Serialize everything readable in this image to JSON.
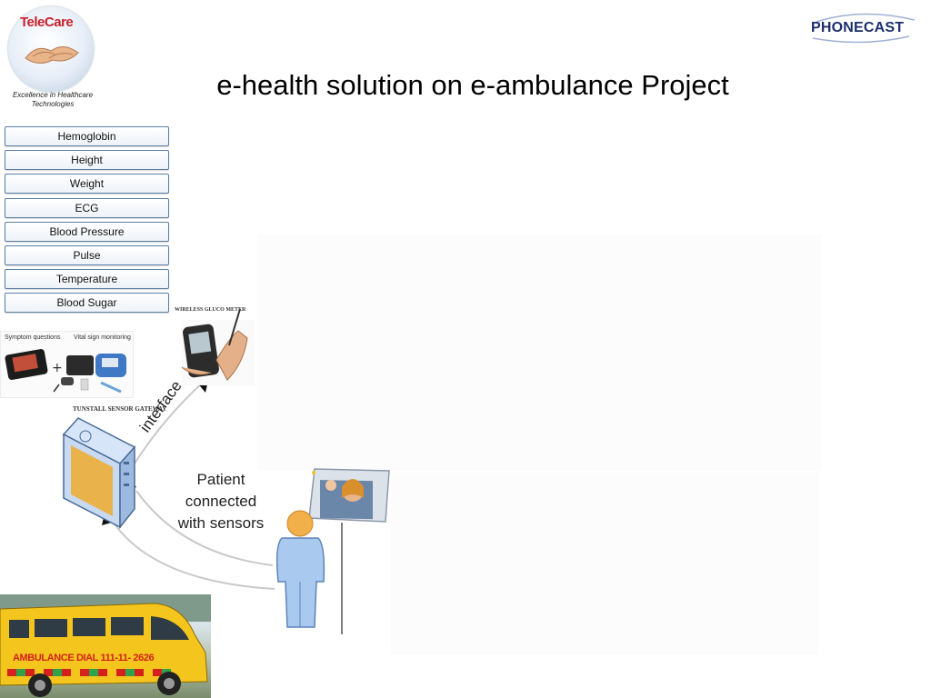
{
  "header": {
    "title": "e-health solution on e-ambulance Project",
    "telecare_logo": {
      "word": "TeleCare",
      "tagline_line1": "Excellence in Healthcare",
      "tagline_line2": "Technologies"
    },
    "phonecast_logo": {
      "word": "PHONECAST"
    }
  },
  "parameters": [
    "Hemoglobin",
    "Height",
    "Weight",
    "ECG",
    "Blood Pressure",
    "Pulse",
    "Temperature",
    "Blood Sugar"
  ],
  "symptom_image": {
    "left_label": "Symptom questions",
    "right_label": "Vital sign monitoring"
  },
  "diagram": {
    "glucometer_label": "WIRELESS GLUCO METER",
    "gateway_label": "TUNSTALL SENSOR GATEWAY",
    "interface_label": "interface",
    "patient_label": [
      "Patient",
      "connected",
      "with sensors"
    ]
  },
  "ambulance": {
    "text": "AMBULANCE DIAL 111-11- 2626"
  },
  "colors": {
    "box_border": "#5a7fa6",
    "gateway_blue": "#c7daf2",
    "gateway_panel": "#e9b24a",
    "patient_blue": "#a9c9ee",
    "patient_head": "#f2b04a",
    "ambulance_yellow": "#f3c51d",
    "ambulance_red": "#d3221b"
  }
}
